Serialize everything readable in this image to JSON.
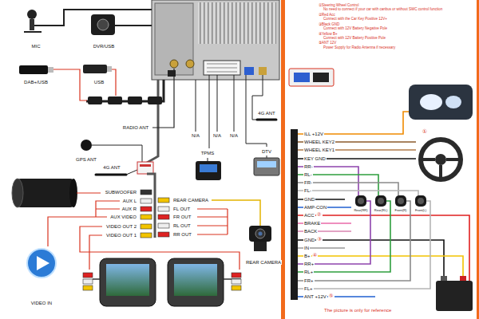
{
  "diagram": {
    "caption": "The picture is only for reference",
    "labels": [
      "MIC",
      "DVR/USB",
      "DAB+/USB",
      "USB",
      "RADIO ANT",
      "N/A",
      "N/A",
      "TPMS",
      "N/A",
      "4G ANT",
      "DTV",
      "GPS ANT",
      "4G ANT",
      "SUBWOOFER",
      "AUX L",
      "AUX R",
      "AUX VIDEO",
      "VIDEO OUT 2",
      "VIDEO OUT 1",
      "REAR CAMERA",
      "FL OUT",
      "FR OUT",
      "RL OUT",
      "RR OUT",
      "REAR CAMERA",
      "VIDEO IN",
      "①Steering Wheel Control",
      "No need to connect if your car with canbus or without SWC control function",
      "②Red Acc",
      "Connect with the Car Key Positive 12V+",
      "③Black GND",
      "Connect with 12V Battery Negative Pole",
      "④Yellow B+",
      "Connect with 12V Battery Positive Pole",
      "⑤ANT 12V",
      "Power Supply for Radio Antenna if necessary",
      "ILL +12V",
      "WHEEL KEY2",
      "WHEEL KEY1",
      "KEY GND",
      "RR-",
      "RL-",
      "FR-",
      "FL-",
      "GND",
      "AMP-CON",
      "ACC",
      "②",
      "BRAKE",
      "BACK",
      "GND",
      "③",
      "IN",
      "B+",
      "④",
      "RR+",
      "RL+",
      "FR+",
      "FL+",
      "ANT +12V",
      "⑤",
      "①",
      "Rear(RR)",
      "Rear(RL)",
      "Front(R)",
      "Front(L)"
    ]
  }
}
